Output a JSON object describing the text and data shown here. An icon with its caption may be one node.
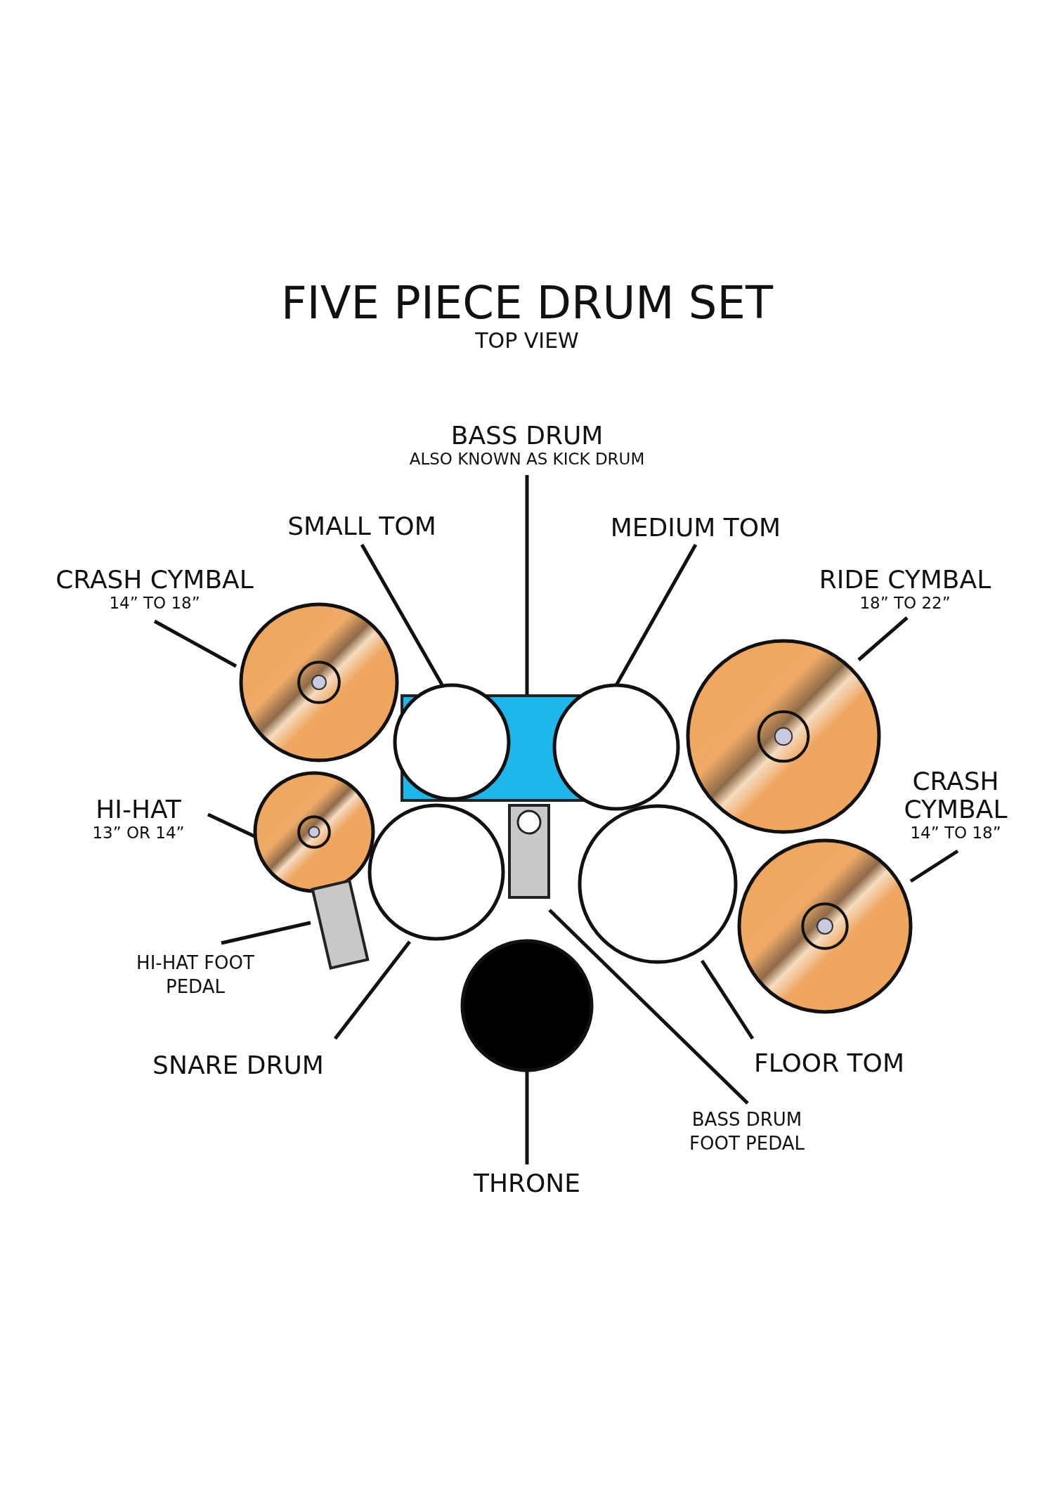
{
  "diagram": {
    "title": "FIVE PIECE DRUM SET",
    "nodes": [
      {
        "text": [
          "BASS DRUM",
          "ALSO KNOWN AS KICK DRUM"
        ]
      },
      {
        "text": [
          "SMALL TOM"
        ]
      },
      {
        "text": [
          "MEDIUM TOM"
        ]
      },
      {
        "text": [
          "CRASH CYMBAL",
          "14” TO 18”"
        ]
      },
      {
        "text": [
          "RIDE CYMBAL",
          "18” TO 22”"
        ]
      },
      {
        "text": [
          "HI-HAT",
          "13” OR 14”"
        ]
      },
      {
        "text": [
          "CRASH CYMBAL",
          "14” TO 18”"
        ]
      },
      {
        "text": [
          "HI-HAT FOOT PEDAL"
        ]
      },
      {
        "text": [
          "SNARE DRUM"
        ]
      },
      {
        "text": [
          "FLOOR TOM"
        ]
      },
      {
        "text": [
          "BASS DRUM FOOT PEDAL"
        ]
      },
      {
        "text": [
          "THRONE"
        ]
      },
      {
        "text": [],
        "shape": "circle"
      },
      {
        "text": [],
        "shape": "circle"
      },
      {
        "text": [],
        "shape": "box"
      },
      {
        "text": [],
        "shape": "circle"
      },
      {
        "text": [],
        "shape": "circle"
      },
      {
        "text": [],
        "shape": "circle"
      },
      {
        "text": [],
        "shape": "circle"
      },
      {
        "text": [],
        "shape": "box"
      },
      {
        "text": [],
        "shape": "circle"
      },
      {
        "text": [],
        "shape": "circle"
      },
      {
        "text": [],
        "shape": "box"
      },
      {
        "text": [],
        "shape": "circle"
      }
    ],
    "edges": [
      {
        "from": 0,
        "to": 14,
        "arrow": "none"
      },
      {
        "from": 1,
        "to": 13,
        "arrow": "none"
      },
      {
        "from": 2,
        "to": 15,
        "arrow": "none"
      },
      {
        "from": 3,
        "to": 12,
        "arrow": "none"
      },
      {
        "from": 4,
        "to": 16,
        "arrow": "none"
      },
      {
        "from": 5,
        "to": 17,
        "arrow": "none"
      },
      {
        "from": 6,
        "to": 21,
        "arrow": "none"
      },
      {
        "from": 7,
        "to": 22,
        "arrow": "none"
      },
      {
        "from": 8,
        "to": 18,
        "arrow": "none"
      },
      {
        "from": 9,
        "to": 20,
        "arrow": "none"
      },
      {
        "from": 10,
        "to": 19,
        "arrow": "none"
      },
      {
        "from": 11,
        "to": 23,
        "arrow": "none"
      }
    ],
    "labels": [
      "TOP VIEW"
    ]
  }
}
